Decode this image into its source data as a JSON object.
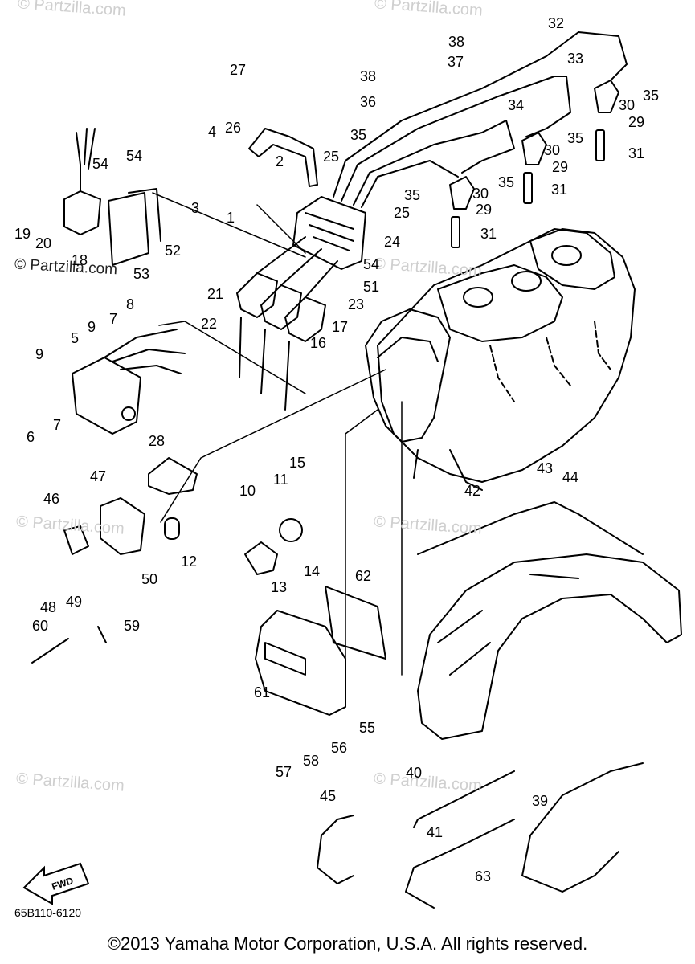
{
  "watermark": "© Partzilla.com",
  "callouts": {
    "n1": "1",
    "n2": "2",
    "n3": "3",
    "n4": "4",
    "n5": "5",
    "n6": "6",
    "n7a": "7",
    "n7b": "7",
    "n8": "8",
    "n9a": "9",
    "n9b": "9",
    "n10": "10",
    "n11": "11",
    "n12": "12",
    "n13": "13",
    "n14": "14",
    "n15": "15",
    "n16": "16",
    "n17": "17",
    "n18": "18",
    "n19": "19",
    "n20": "20",
    "n21": "21",
    "n22": "22",
    "n23": "23",
    "n24": "24",
    "n25a": "25",
    "n25b": "25",
    "n26": "26",
    "n27": "27",
    "n28": "28",
    "n29a": "29",
    "n29b": "29",
    "n29c": "29",
    "n30a": "30",
    "n30b": "30",
    "n30c": "30",
    "n31a": "31",
    "n31b": "31",
    "n31c": "31",
    "n32": "32",
    "n33": "33",
    "n34": "34",
    "n35a": "35",
    "n35b": "35",
    "n35c": "35",
    "n35d": "35",
    "n35e": "35",
    "n36": "36",
    "n37": "37",
    "n38a": "38",
    "n38b": "38",
    "n39": "39",
    "n40": "40",
    "n41": "41",
    "n42": "42",
    "n43": "43",
    "n44": "44",
    "n45": "45",
    "n46": "46",
    "n47": "47",
    "n48": "48",
    "n49": "49",
    "n50": "50",
    "n51": "51",
    "n52": "52",
    "n53": "53",
    "n54a": "54",
    "n54b": "54",
    "n54c": "54",
    "n55": "55",
    "n56": "56",
    "n57": "57",
    "n58": "58",
    "n59": "59",
    "n60": "60",
    "n61": "61",
    "n62": "62",
    "n63": "63"
  },
  "fwd_label": "FWD",
  "part_code": "65B110-6120",
  "copyright": "©2013 Yamaha Motor Corporation, U.S.A. All rights reserved."
}
